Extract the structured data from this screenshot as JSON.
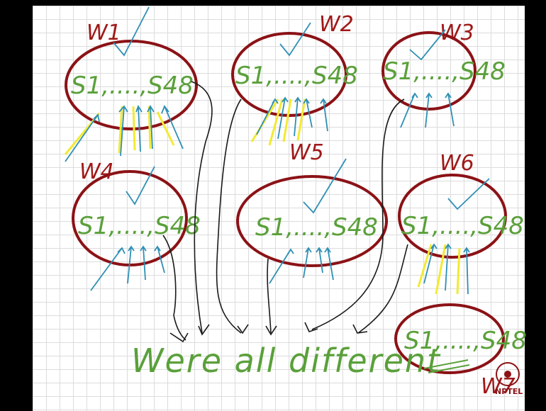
{
  "worlds": [
    {
      "label": "W1",
      "set": "S1,....,S48"
    },
    {
      "label": "W2",
      "set": "S1,....,S48"
    },
    {
      "label": "W3",
      "set": "S1,....,S48"
    },
    {
      "label": "W4",
      "set": "S1,....,S48"
    },
    {
      "label": "W5",
      "set": "S1,....,S48"
    },
    {
      "label": "W6",
      "set": "S1,....,S48"
    },
    {
      "label": "W7",
      "set": "S1,....,S48"
    }
  ],
  "conclusion": "Were all different",
  "logo": {
    "text": "NPTEL"
  },
  "colors": {
    "ellipse": "#8b1216",
    "text": "#5aa03a",
    "arrows_blue": "#2f8fb5",
    "highlight": "#f2ea33",
    "arrows_black": "#1a1a1a"
  }
}
